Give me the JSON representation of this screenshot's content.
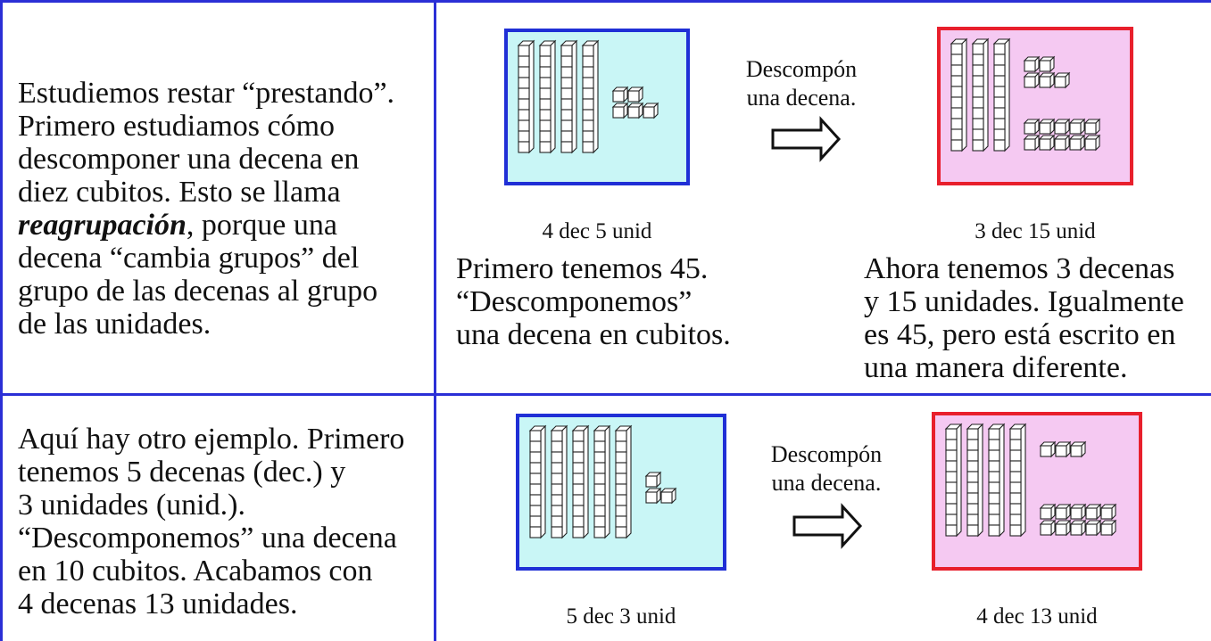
{
  "row1": {
    "intro_lines": [
      "Estudiemos restar “prestando”.",
      "Primero estudiamos cómo",
      "descomponer una decena en",
      "diez cubitos. Esto se llama",
      "reagrupación",
      ", porque una",
      "decena “cambia grupos” del",
      "grupo de las decenas al grupo",
      "de las unidades."
    ],
    "arrow_label": [
      "Descompón",
      "una decena."
    ],
    "left_caption": "4 dec 5 unid",
    "right_caption": "3 dec 15 unid",
    "left_text": [
      "Primero tenemos 45.",
      "“Descomponemos”",
      "una decena en cubitos."
    ],
    "right_text": [
      "Ahora tenemos 3 decenas",
      "y 15 unidades. Igualmente",
      "es 45, pero está escrito en",
      "una manera diferente."
    ],
    "left_model": {
      "tens": 4,
      "ones": 5
    },
    "right_model": {
      "tens": 3,
      "ones": 15
    }
  },
  "row2": {
    "intro_lines": [
      "Aquí hay otro ejemplo. Primero",
      "tenemos 5 decenas (dec.) y",
      "3 unidades (unid.).",
      "“Descomponemos” una decena",
      "en 10 cubitos. Acabamos con",
      "4 decenas 13 unidades."
    ],
    "arrow_label": [
      "Descompón",
      "una decena."
    ],
    "left_caption": "5 dec 3 unid",
    "right_caption": "4 dec 13 unid",
    "left_model": {
      "tens": 5,
      "ones": 3
    },
    "right_model": {
      "tens": 4,
      "ones": 13
    }
  },
  "colors": {
    "grid_line": "#2b2fd6",
    "blue_border": "#1f2fd6",
    "blue_fill": "#c9f6f6",
    "red_border": "#e81f2c",
    "red_fill": "#f5c9f2"
  },
  "icons": [
    "ten-rod-icon",
    "unit-cube-icon",
    "right-arrow-icon"
  ]
}
